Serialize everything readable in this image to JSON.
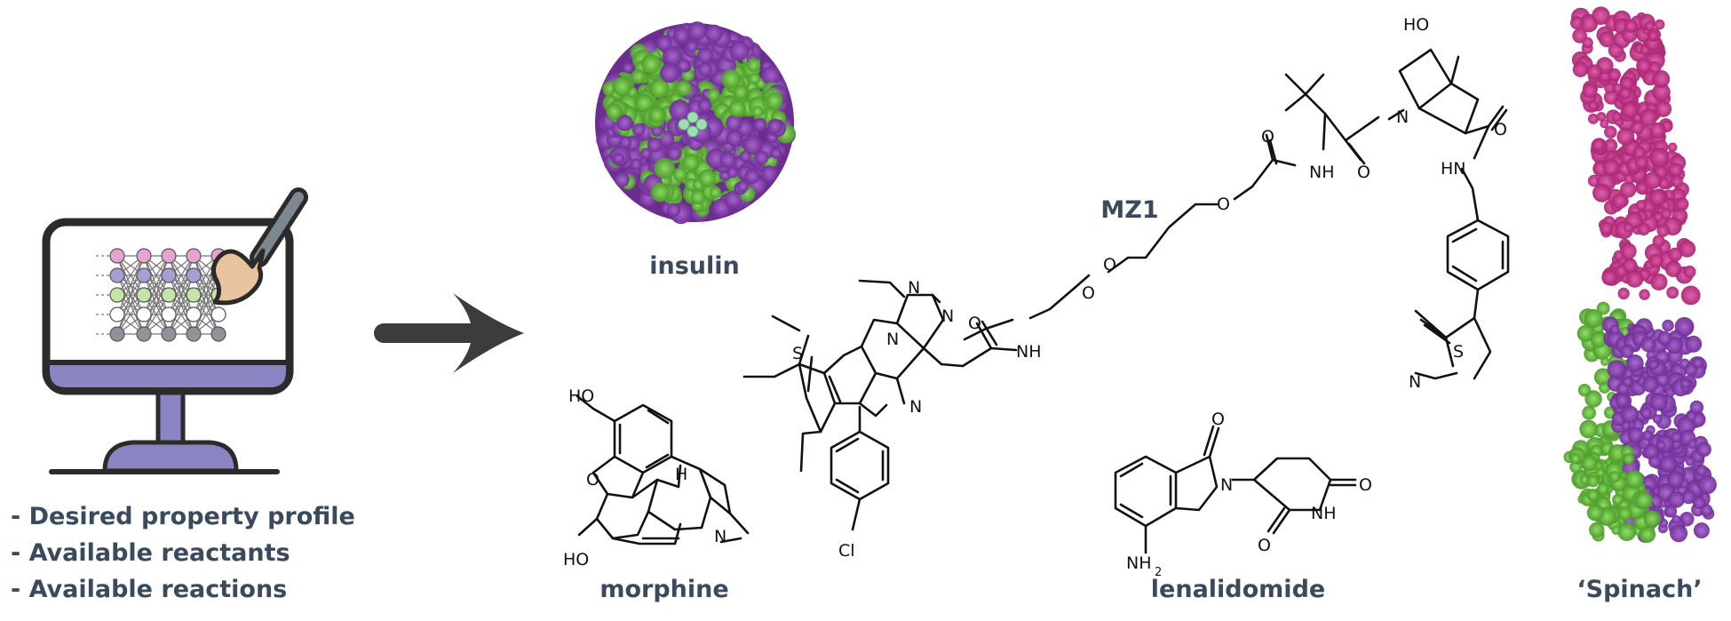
{
  "input_list": {
    "items": [
      "- Desired property profile",
      "- Available reactants",
      "- Available reactions"
    ]
  },
  "labels": {
    "insulin": "insulin",
    "mz1": "MZ1",
    "morphine": "morphine",
    "lenalidomide": "lenalidomide",
    "spinach": "‘Spinach’"
  },
  "atoms": {
    "mz1_ho": "HO",
    "mz1_n_pro": "N",
    "mz1_o1": "O",
    "mz1_o2": "O",
    "mz1_nh1": "NH",
    "mz1_o3": "O",
    "mz1_hn": "HN",
    "mz1_o_ether1": "O",
    "mz1_o_ether2": "O",
    "mz1_o_ether3": "O",
    "mz1_o4": "O",
    "mz1_nh2": "NH",
    "mz1_n1": "N",
    "mz1_n2": "N",
    "mz1_n3": "N",
    "mz1_n4": "N",
    "mz1_s1": "S",
    "mz1_cl": "Cl",
    "mz1_n_thz": "N",
    "mz1_s_thz": "S",
    "mor_ho1": "HO",
    "mor_o": "O",
    "mor_h": "H",
    "mor_n": "N",
    "mor_ho2": "HO",
    "len_o1": "O",
    "len_n": "N",
    "len_o2": "O",
    "len_nh": "NH",
    "len_o3": "O",
    "len_nh2": "NH"
  },
  "colors": {
    "text": "#3a4a5c",
    "arrow": "#3c3c3c",
    "monitor_base": "#8a84c3",
    "insulin_purple": "#8b48b0",
    "insulin_green": "#6cc04a",
    "spinach_magenta": "#c8388f",
    "spinach_purple": "#8b4cb4",
    "spinach_green": "#7fbf40"
  }
}
